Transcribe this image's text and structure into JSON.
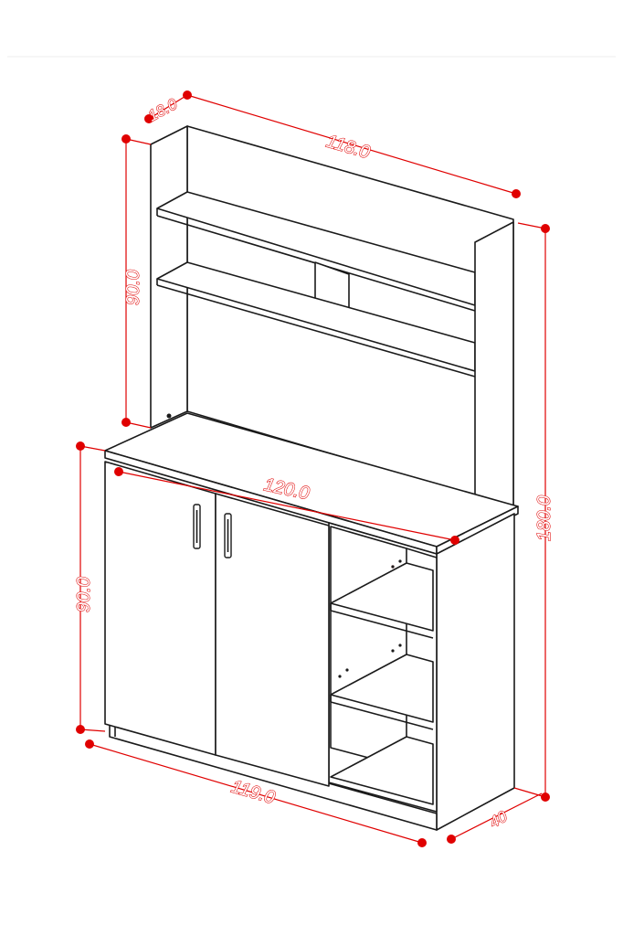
{
  "dimensions": {
    "top_depth": "18.0",
    "top_width": "118.0",
    "top_height": "90.0",
    "total_height": "180.0",
    "counter_width": "120.0",
    "bottom_height": "90.0",
    "bottom_width": "119.0",
    "bottom_depth": "40"
  },
  "colors": {
    "dimension": "#e00000",
    "outline": "#1a1a1a",
    "background": "#ffffff"
  }
}
